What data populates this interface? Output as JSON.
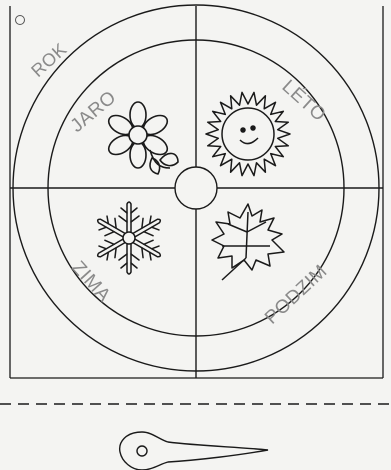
{
  "worksheet": {
    "title": "ROK",
    "seasons": [
      {
        "id": "spring",
        "label": "JARO",
        "icon": "flower-icon"
      },
      {
        "id": "summer",
        "label": "LÉTO",
        "icon": "sun-icon"
      },
      {
        "id": "winter",
        "label": "ZIMA",
        "icon": "snowflake-icon"
      },
      {
        "id": "autumn",
        "label": "PODZIM",
        "icon": "maple-leaf-icon"
      }
    ]
  },
  "colors": {
    "background": "#f4f4f2",
    "line": "#1a1a1a",
    "label": "#8a8a8a"
  }
}
